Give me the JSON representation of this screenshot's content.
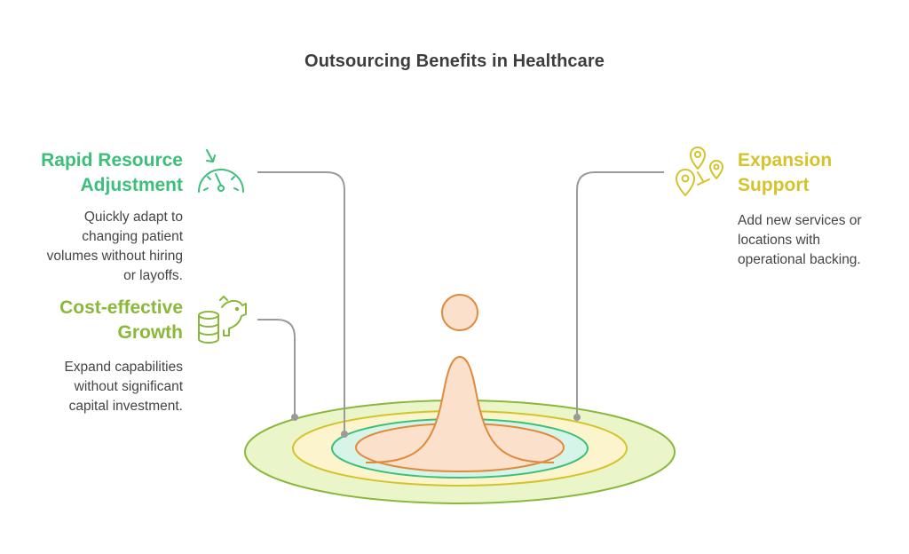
{
  "title": "Outsourcing Benefits in Healthcare",
  "colors": {
    "green": "#3cbf7a",
    "olive": "#8ab83a",
    "yellow": "#d4c32a",
    "orange": "#e08a3a",
    "connector": "#9a9a9a",
    "text": "#444444"
  },
  "items": {
    "rapid": {
      "heading_line1": "Rapid Resource",
      "heading_line2": "Adjustment",
      "desc_line1": "Quickly adapt to",
      "desc_line2": "changing patient",
      "desc_line3": "volumes without hiring",
      "desc_line4": "or layoffs.",
      "icon": "speedometer-icon"
    },
    "cost": {
      "heading_line1": "Cost-effective",
      "heading_line2": "Growth",
      "desc_line1": "Expand capabilities",
      "desc_line2": "without significant",
      "desc_line3": "capital investment.",
      "icon": "piggy-bank-coins-icon"
    },
    "expansion": {
      "heading_line1": "Expansion",
      "heading_line2": "Support",
      "desc_line1": "Add new services or",
      "desc_line2": "locations with",
      "desc_line3": "operational backing.",
      "icon": "map-pins-route-icon"
    }
  }
}
